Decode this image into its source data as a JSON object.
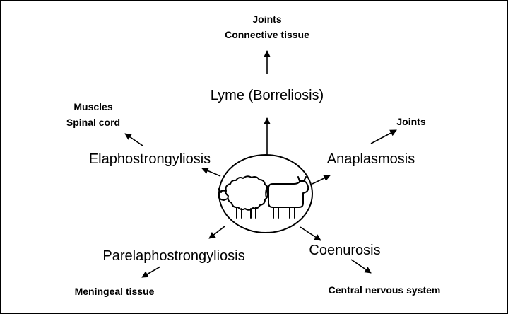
{
  "diseases": {
    "lyme": {
      "name": "Lyme (Borreliosis)",
      "tissues": [
        "Joints",
        "Connective tissue"
      ]
    },
    "elaphostrongyliosis": {
      "name": "Elaphostrongyliosis",
      "tissues": [
        "Muscles",
        "Spinal cord"
      ]
    },
    "anaplasmosis": {
      "name": "Anaplasmosis",
      "tissues": [
        "Joints"
      ]
    },
    "parelaphostrongyliosis": {
      "name": "Parelaphostrongyliosis",
      "tissues": [
        "Meningeal tissue"
      ]
    },
    "coenurosis": {
      "name": "Coenurosis",
      "tissues": [
        "Central nervous system"
      ]
    }
  },
  "hub": {
    "icons": [
      "sheep-icon",
      "cow-icon"
    ]
  },
  "colors": {
    "ink": "#000000",
    "background": "#ffffff"
  }
}
